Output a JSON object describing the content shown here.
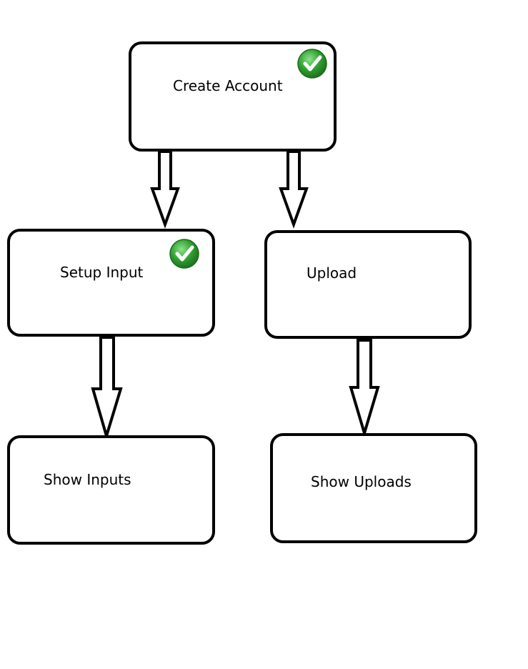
{
  "diagram": {
    "nodes": [
      {
        "id": "create-account",
        "label": "Create Account",
        "completed": true
      },
      {
        "id": "setup-input",
        "label": "Setup Input",
        "completed": true
      },
      {
        "id": "upload",
        "label": "Upload",
        "completed": false
      },
      {
        "id": "show-inputs",
        "label": "Show Inputs",
        "completed": false
      },
      {
        "id": "show-uploads",
        "label": "Show Uploads",
        "completed": false
      }
    ],
    "edges": [
      {
        "from": "create-account",
        "to": "setup-input"
      },
      {
        "from": "create-account",
        "to": "upload"
      },
      {
        "from": "setup-input",
        "to": "show-inputs"
      },
      {
        "from": "upload",
        "to": "show-uploads"
      }
    ],
    "colors": {
      "background": "#ffffff",
      "stroke": "#000000",
      "check_green": "#2e9e2e",
      "check_dark": "#1b6b1b"
    },
    "icons": {
      "completed": "green-checkmark-icon"
    }
  }
}
